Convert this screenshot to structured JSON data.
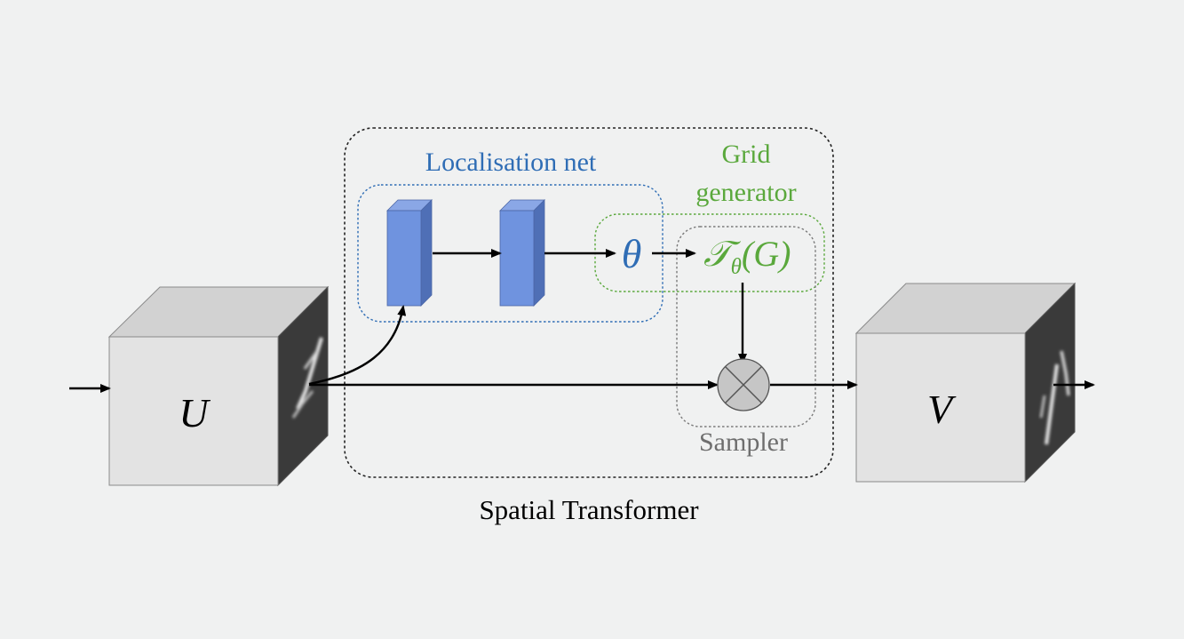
{
  "labels": {
    "localisation_net": "Localisation net",
    "grid_generator_line1": "Grid",
    "grid_generator_line2": "generator",
    "sampler": "Sampler",
    "spatial_transformer": "Spatial Transformer",
    "input_symbol": "U",
    "output_symbol": "V",
    "theta_symbol": "θ",
    "transform_main": "𝒯",
    "transform_sub": "θ",
    "transform_arg": "(G)"
  },
  "colors": {
    "localisation": "#2f6db5",
    "grid_generator": "#5aa83c",
    "sampler": "#6e6e6e",
    "layer_front": "#6f93df",
    "layer_side": "#4f6fb6",
    "cube_front": "#e3e3e3",
    "cube_top": "#d2d2d2",
    "arrow": "#000000"
  },
  "icons": {
    "sampler_op": "circle-times-icon"
  }
}
